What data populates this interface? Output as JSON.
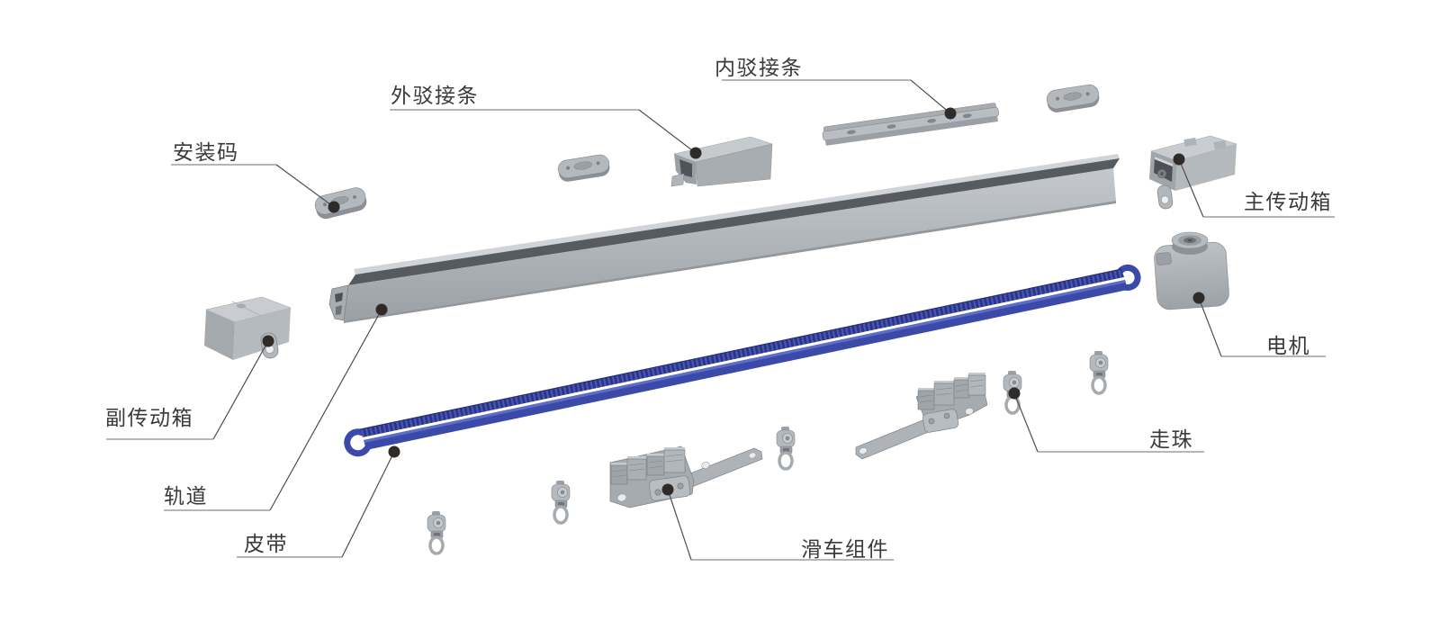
{
  "diagram": {
    "type": "exploded-parts-diagram",
    "subject": "smart-curtain-track-system"
  },
  "labels": [
    {
      "id": "mounting-plate",
      "text": "安装码"
    },
    {
      "id": "outer-connector-strip",
      "text": "外驳接条"
    },
    {
      "id": "inner-connector-strip",
      "text": "内驳接条"
    },
    {
      "id": "main-drive-box",
      "text": "主传动箱"
    },
    {
      "id": "motor",
      "text": "电机"
    },
    {
      "id": "sub-drive-box",
      "text": "副传动箱"
    },
    {
      "id": "track",
      "text": "轨道"
    },
    {
      "id": "belt",
      "text": "皮带"
    },
    {
      "id": "trolley-assembly",
      "text": "滑车组件"
    },
    {
      "id": "runner",
      "text": "走珠"
    }
  ],
  "colors": {
    "background": "#ffffff",
    "label_text": "#3a3a3a",
    "leader_line": "#4f4f4f",
    "underline": "#8a8a8a",
    "callout_dot": "#2f2b28",
    "component_light": "#c8ccd0",
    "component_mid": "#b0b5ba",
    "component_dark": "#8a8f94",
    "belt_blue": "#3b49a8",
    "belt_teeth_dark": "#2c3688",
    "belt_teeth_light": "#4b58b4"
  }
}
